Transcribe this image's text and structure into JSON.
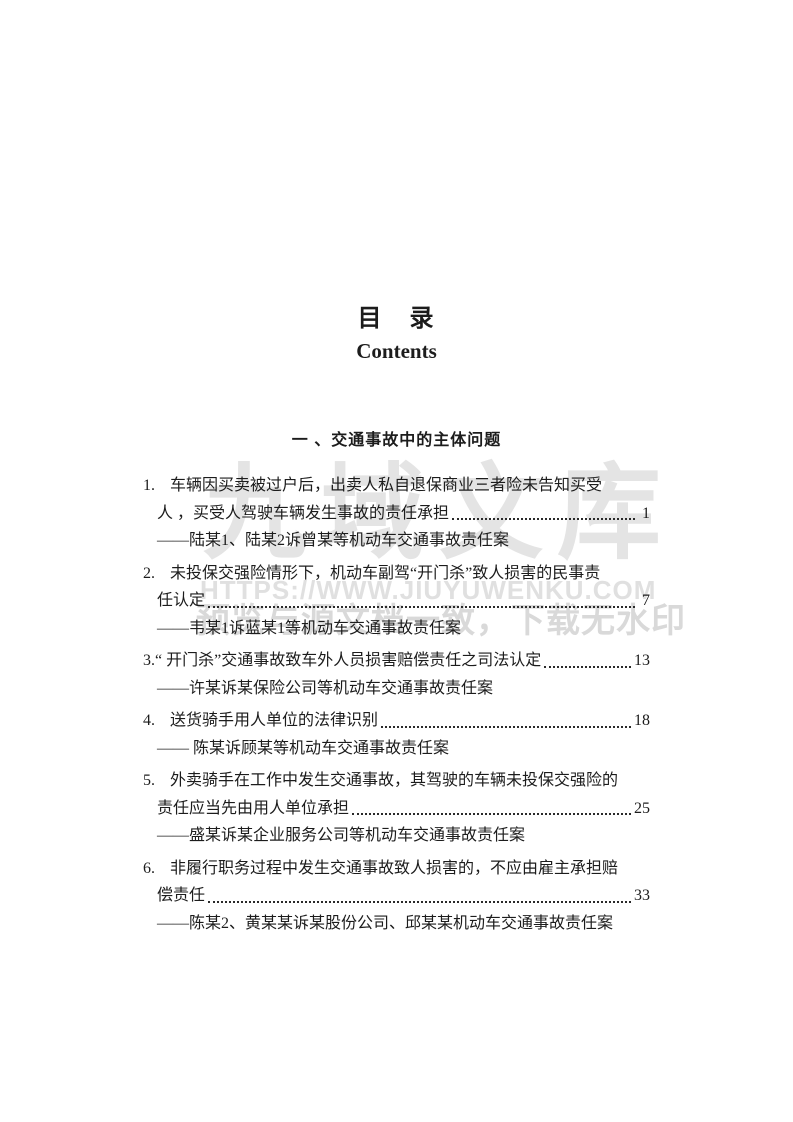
{
  "doc": {
    "title_cn": "目　录",
    "title_en": "Contents",
    "section_heading": "一 、交通事故中的主体问题"
  },
  "toc": {
    "items": [
      {
        "number": "1.",
        "line1": "车辆因买卖被过户后，出卖人私自退保商业三者险未告知买受",
        "line2": "人 ，买受人驾驶车辆发生事故的责任承担",
        "page": "1",
        "case": "——陆某1、陆某2诉曾某等机动车交通事故责任案"
      },
      {
        "number": "2.",
        "line1": "未投保交强险情形下，机动车副驾“开门杀”致人损害的民事责",
        "line2": "任认定",
        "page": "7",
        "case": "——韦某1诉蓝某1等机动车交通事故责任案"
      },
      {
        "number": "3.",
        "line1": "“ 开门杀”交通事故致车外人员损害赔偿责任之司法认定",
        "page": "13",
        "case": "——许某诉某保险公司等机动车交通事故责任案"
      },
      {
        "number": "4.",
        "line1": "送货骑手用人单位的法律识别",
        "page": "18",
        "case": "—— 陈某诉顾某等机动车交通事故责任案"
      },
      {
        "number": "5.",
        "line1": "外卖骑手在工作中发生交通事故，其驾驶的车辆未投保交强险的",
        "line2": "责任应当先由用人单位承担",
        "page": "25",
        "case": "——盛某诉某企业服务公司等机动车交通事故责任案"
      },
      {
        "number": "6.",
        "line1": "非履行职务过程中发生交通事故致人损害的，不应由雇主承担赔",
        "line2": "偿责任",
        "page": "33",
        "case": "——陈某2、黄某某诉某股份公司、邱某某机动车交通事故责任案"
      }
    ]
  },
  "watermark": {
    "brand": "九域文库",
    "url": "HTTPS://WWW.JIUYUWENKU.COM",
    "note": "预览与源文档一致，下载无水印",
    "brand_color": "#e4e4e4",
    "url_color": "#e0e0e0",
    "note_color": "#d9d9d9"
  }
}
